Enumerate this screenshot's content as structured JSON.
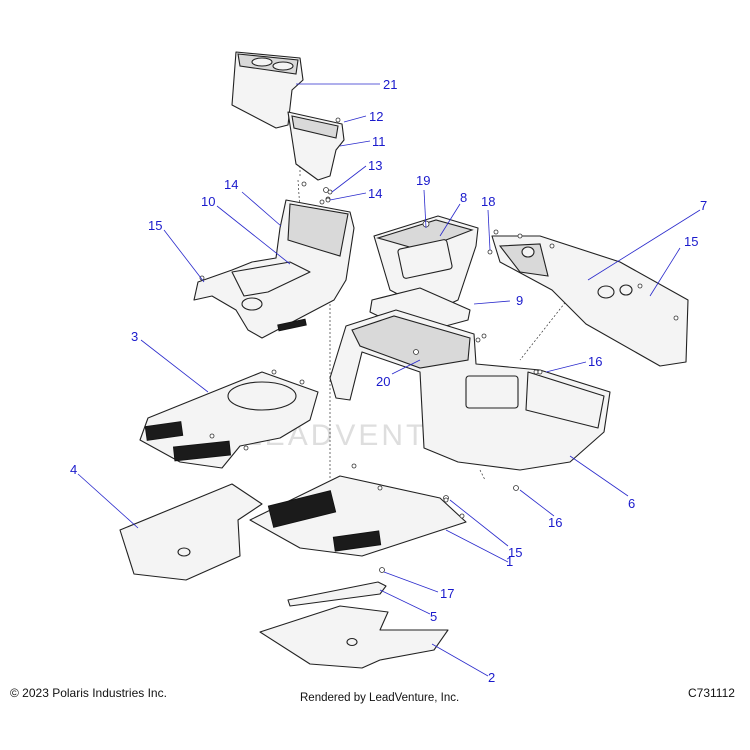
{
  "footer": {
    "copyright": "© 2023 Polaris Industries Inc.",
    "rendered_by": "Rendered by LeadVenture, Inc.",
    "figure_code": "C731112"
  },
  "watermark": "LEADVENTURE",
  "callouts": [
    {
      "id": "c21",
      "label": "21"
    },
    {
      "id": "c12",
      "label": "12"
    },
    {
      "id": "c11",
      "label": "11"
    },
    {
      "id": "c13",
      "label": "13"
    },
    {
      "id": "c14a",
      "label": "14"
    },
    {
      "id": "c14b",
      "label": "14"
    },
    {
      "id": "c19",
      "label": "19"
    },
    {
      "id": "c8",
      "label": "8"
    },
    {
      "id": "c18",
      "label": "18"
    },
    {
      "id": "c7",
      "label": "7"
    },
    {
      "id": "c15a",
      "label": "15"
    },
    {
      "id": "c10",
      "label": "10"
    },
    {
      "id": "c15b",
      "label": "15"
    },
    {
      "id": "c9",
      "label": "9"
    },
    {
      "id": "c3",
      "label": "3"
    },
    {
      "id": "c16a",
      "label": "16"
    },
    {
      "id": "c20",
      "label": "20"
    },
    {
      "id": "c4",
      "label": "4"
    },
    {
      "id": "c6",
      "label": "6"
    },
    {
      "id": "c16b",
      "label": "16"
    },
    {
      "id": "c15c",
      "label": "15"
    },
    {
      "id": "c1",
      "label": "1"
    },
    {
      "id": "c17",
      "label": "17"
    },
    {
      "id": "c5",
      "label": "5"
    },
    {
      "id": "c2",
      "label": "2"
    }
  ]
}
